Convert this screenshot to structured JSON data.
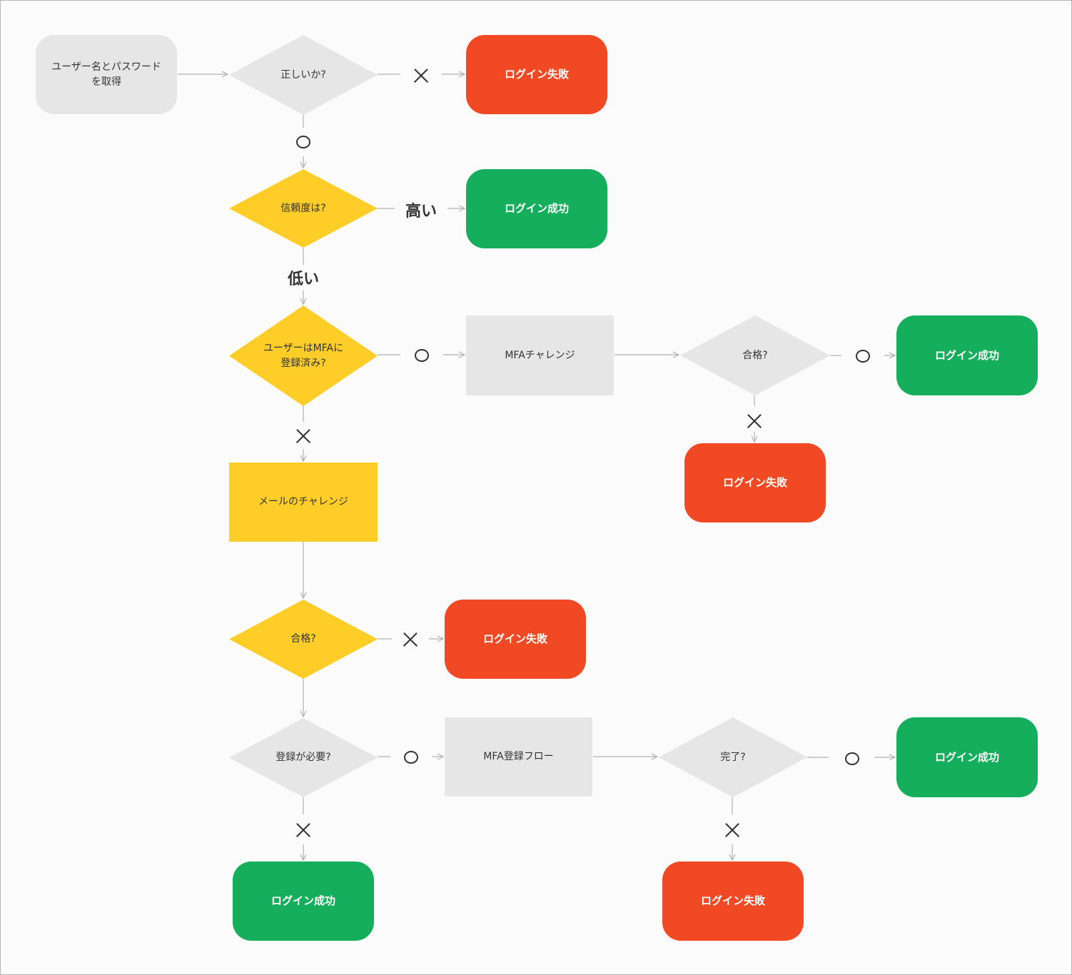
{
  "colors": {
    "process": "#e6e6e6",
    "decision_grey": "#e6e6e6",
    "decision_yellow": "#ffcd28",
    "failure": "#f04923",
    "success": "#15ae5c",
    "connector": "#b0b0b0",
    "text_dark": "#333333"
  },
  "nodes": {
    "get_credentials": "ユーザー名とパスワード\nを取得",
    "is_correct": "正しいか?",
    "fail_1": "ログイン失敗",
    "trust_level": "信頼度は?",
    "success_1": "ログイン成功",
    "mfa_enrolled": "ユーザーはMFAに\n登録済み?",
    "mfa_challenge": "MFAチャレンジ",
    "mfa_pass": "合格?",
    "success_2": "ログイン成功",
    "fail_2": "ログイン失敗",
    "email_challenge": "メールのチャレンジ",
    "email_pass": "合格?",
    "fail_3": "ログイン失敗",
    "registration_needed": "登録が必要?",
    "mfa_registration_flow": "MFA登録フロー",
    "completed": "完了?",
    "success_3": "ログイン成功",
    "success_4": "ログイン成功",
    "fail_4": "ログイン失敗"
  },
  "labels": {
    "high": "高い",
    "low": "低い"
  },
  "edge_marks": {
    "yes": "circle",
    "no": "cross"
  }
}
